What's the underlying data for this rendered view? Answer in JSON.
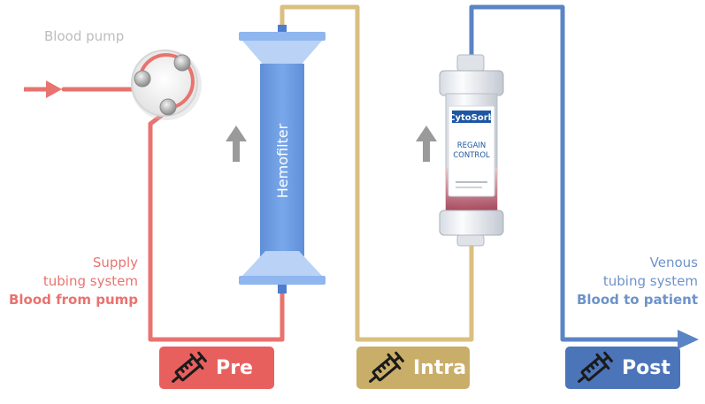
{
  "labels": {
    "blood_pump": "Blood pump",
    "supply_line1": "Supply",
    "supply_line2": "tubing system",
    "supply_line3": "Blood from pump",
    "venous_line1": "Venous",
    "venous_line2": "tubing system",
    "venous_line3": "Blood to patient",
    "hemofilter": "Hemofilter"
  },
  "device": {
    "brand": "CytoSorb",
    "slogan_line1": "REGAIN",
    "slogan_line2": "CONTROL"
  },
  "badges": {
    "pre": "Pre",
    "intra": "Intra",
    "post": "Post"
  },
  "colors": {
    "supply_red": "#e8736f",
    "intra_tan": "#d9bf80",
    "venous_blue": "#5b84c4",
    "filter_blue": "#6d9de0",
    "arrow_gray": "#9a9a9a"
  }
}
